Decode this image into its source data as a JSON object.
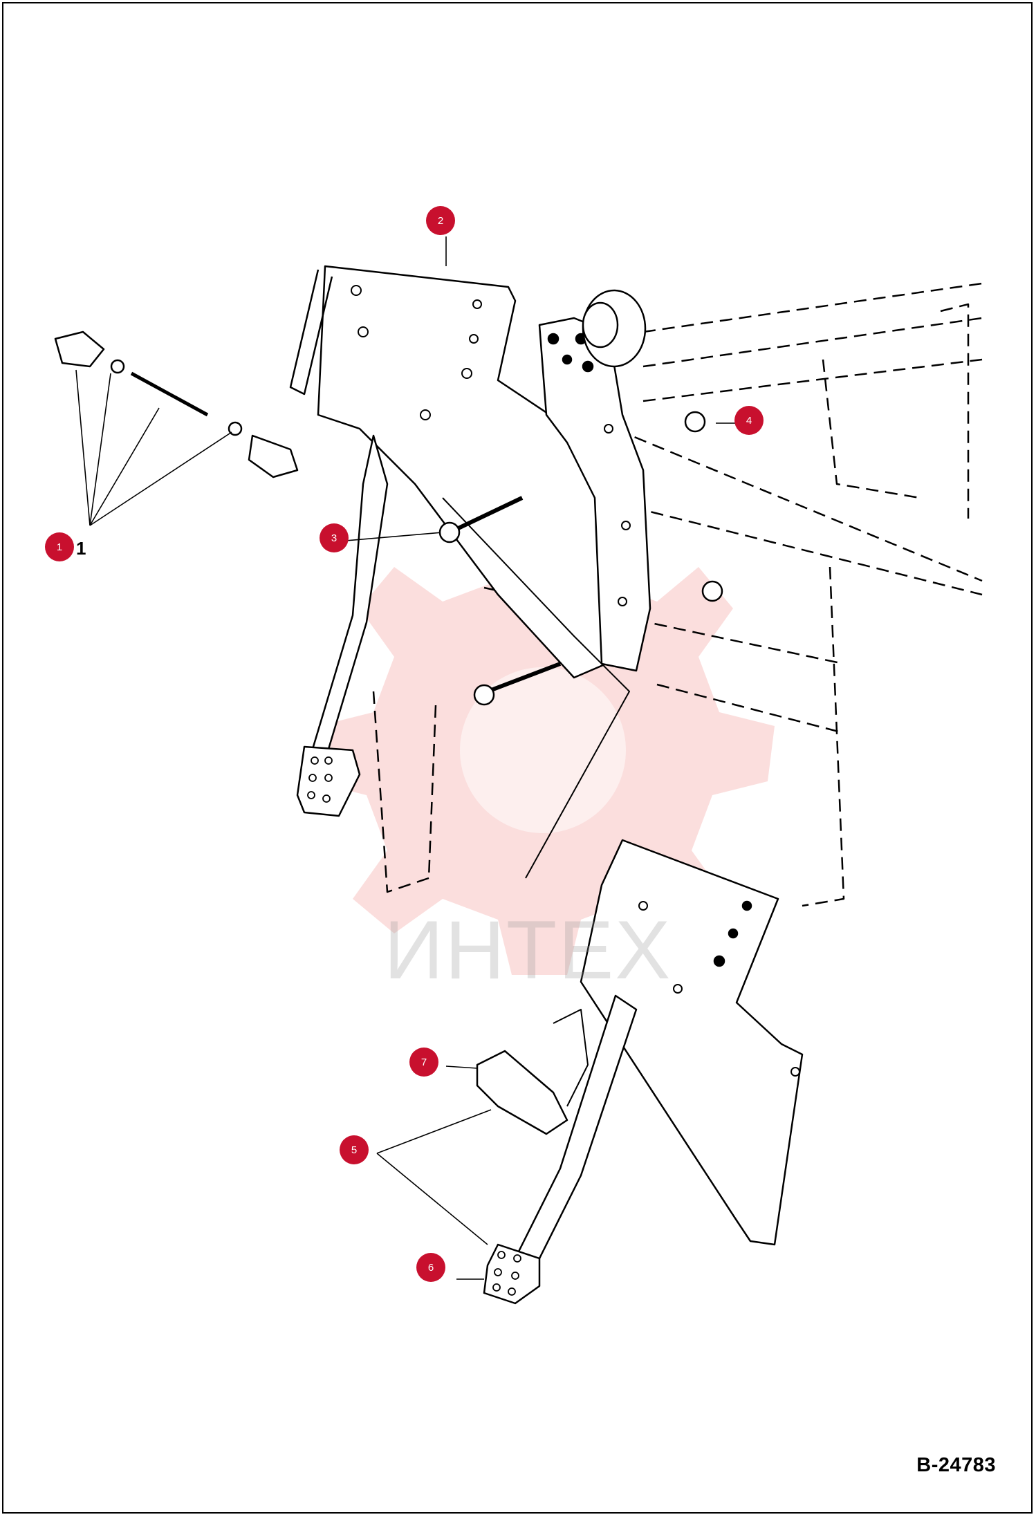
{
  "callouts": [
    "1",
    "2",
    "3",
    "4",
    "5",
    "6",
    "7"
  ],
  "part_number_label": "1",
  "drawing_ref": "B-24783",
  "watermark_text": "ИНТЕХ",
  "colors": {
    "callout": "#c8102e",
    "line": "#000000",
    "watermark": "#e8302e"
  }
}
